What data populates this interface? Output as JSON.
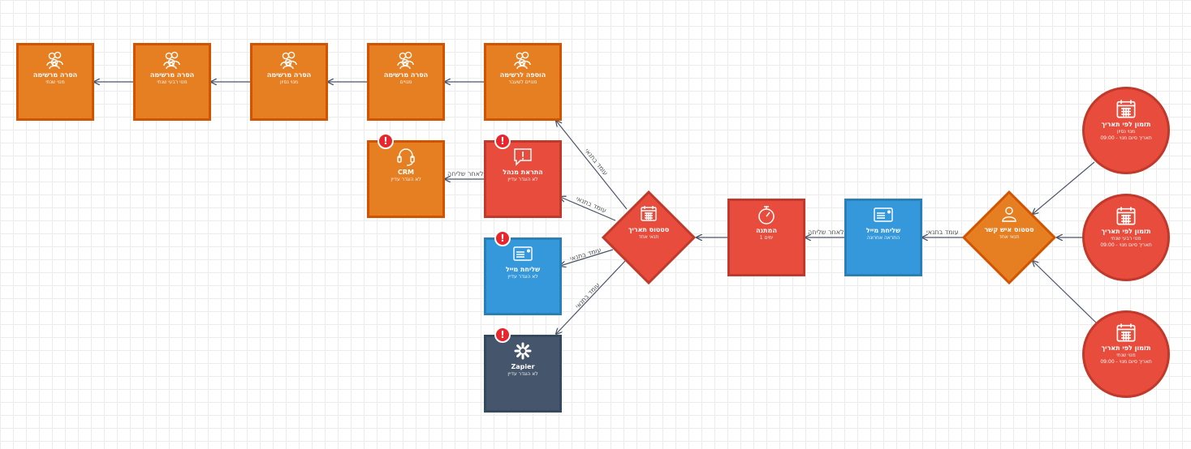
{
  "list_nodes": [
    {
      "title": "הוספה לרשימה",
      "subtitle": "מנויים לשעבר"
    },
    {
      "title": "הסרה מרשימה",
      "subtitle": "מנויים"
    },
    {
      "title": "הסרה מרשימה",
      "subtitle": "מנוי נסיון"
    },
    {
      "title": "הסרה מרשימה",
      "subtitle": "מנוי רבעי שנתי"
    },
    {
      "title": "הסרה מרשימה",
      "subtitle": "מנוי שנתי"
    }
  ],
  "crm_node": {
    "title": "CRM",
    "subtitle": "לא הוגדר עדיין"
  },
  "manager_alert_node": {
    "title": "התראת מנהל",
    "subtitle": "לא הוגדר עדיין"
  },
  "email_left_node": {
    "title": "שליחת מייל",
    "subtitle": "לא הוגדר עדיין"
  },
  "zapier_node": {
    "title": "Zapier",
    "subtitle": "לא הוגדר עדיין"
  },
  "date_status_node": {
    "title": "סטטוס תאריך",
    "subtitle": "תנאי אחד"
  },
  "wait_node": {
    "title": "המתנה",
    "subtitle": "1 ימים"
  },
  "email_right_node": {
    "title": "שליחת מייל",
    "subtitle": "התראה אחרונה"
  },
  "contact_status_node": {
    "title": "סטטוס איש קשר",
    "subtitle": "תנאי אחד"
  },
  "triggers": [
    {
      "title": "תזמון לפי תאריך",
      "line1": "מנוי נסיון",
      "line2": "תאריך סיום מנוי - 09:00"
    },
    {
      "title": "תזמון לפי תאריך",
      "line1": "מנוי רבעי שנתי",
      "line2": "תאריך סיום מנוי - 09:00"
    },
    {
      "title": "תזמון לפי תאריך",
      "line1": "מנוי שנתי",
      "line2": "תאריך סיום מנוי - 09:00"
    }
  ],
  "edge_labels": {
    "after_send": "לאחר שליחה",
    "meets_condition": "עומד בתנאי"
  },
  "alert_mark": "!",
  "colors": {
    "orange": "#e67e22",
    "red": "#e74c3c",
    "blue": "#3498db",
    "dark": "#45556b",
    "line": "#4a5568"
  }
}
